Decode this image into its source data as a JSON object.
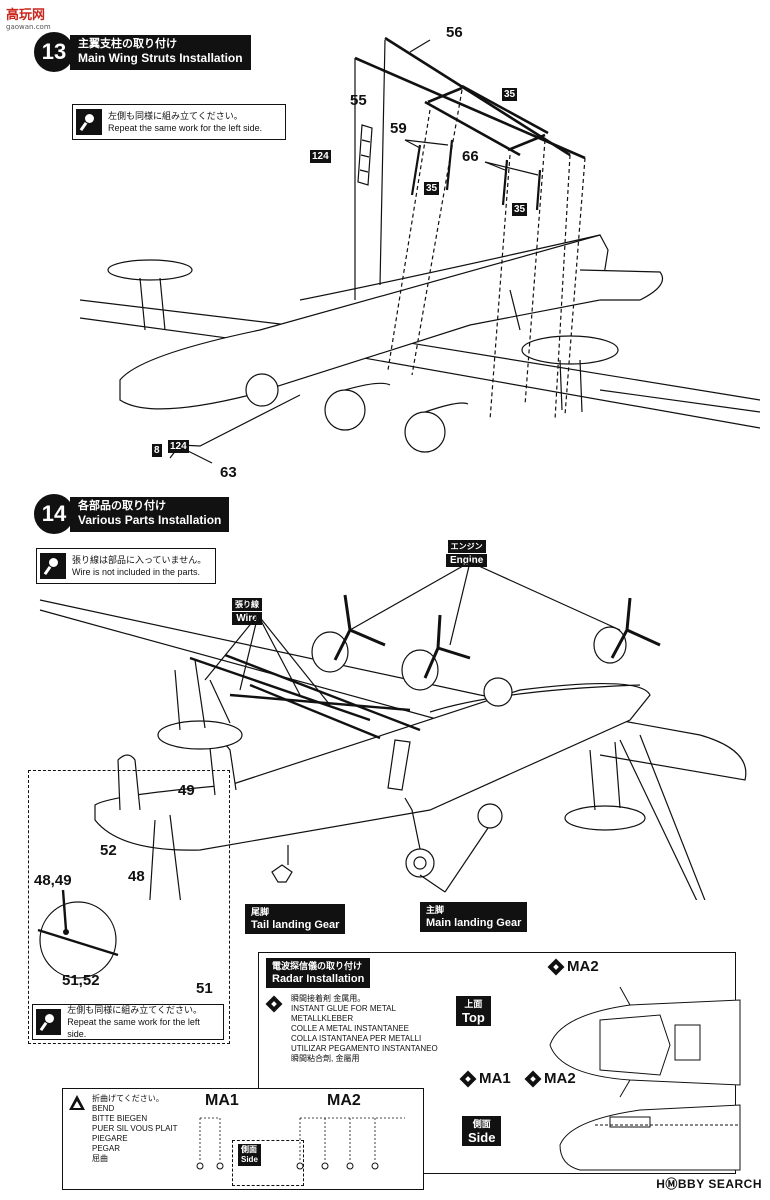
{
  "watermark": {
    "text": "高玩网",
    "sub": "gaowan.com"
  },
  "step13": {
    "number": "13",
    "title_jp": "主翼支柱の取り付け",
    "title_en": "Main Wing Struts Installation",
    "note_jp": "左側も同様に組み立てください。",
    "note_en": "Repeat the same work for the left side.",
    "parts": [
      "56",
      "55",
      "59",
      "66",
      "63",
      "8"
    ],
    "boxed": [
      "35",
      "124",
      "35",
      "35",
      "124"
    ]
  },
  "step14": {
    "number": "14",
    "title_jp": "各部品の取り付け",
    "title_en": "Various Parts Installation",
    "note_jp": "張り線は部品に入っていません。",
    "note_en": "Wire is not included in the parts.",
    "engine_jp": "エンジン",
    "engine_en": "Engine",
    "wire_jp": "張り線",
    "wire_en": "Wire",
    "tail_gear_jp": "尾脚",
    "tail_gear_en": "Tail landing Gear",
    "main_gear_jp": "主脚",
    "main_gear_en": "Main landing Gear",
    "parts": [
      "49",
      "52",
      "48,49",
      "48",
      "51,52",
      "51"
    ],
    "inset_note_jp": "左側も同様に組み立てください。",
    "inset_note_en": "Repeat the same work for the left side."
  },
  "radar": {
    "title_jp": "電波探信儀の取り付け",
    "title_en": "Radar Installation",
    "glue_lines": [
      "瞬間接着剤 金属用。",
      "INSTANT GLUE FOR METAL",
      "METALLKLEBER",
      "COLLE A METAL INSTANTANEE",
      "COLLA ISTANTANEA PER METALLI",
      "UTILIZAR PEGAMENTO INSTANTANEO",
      "瞬間粘合劑, 金屬用"
    ],
    "bend_lines": [
      "折曲げてください。",
      "BEND",
      "BITTE BIEGEN",
      "PUER SIL VOUS PLAIT",
      "PIEGARE",
      "PEGAR",
      "屈曲"
    ],
    "ma1": "MA1",
    "ma2": "MA2",
    "top_jp": "上面",
    "top_en": "Top",
    "side_jp": "側面",
    "side_en": "Side"
  },
  "footer": {
    "logo": "HⓂBBY SEARCH"
  }
}
